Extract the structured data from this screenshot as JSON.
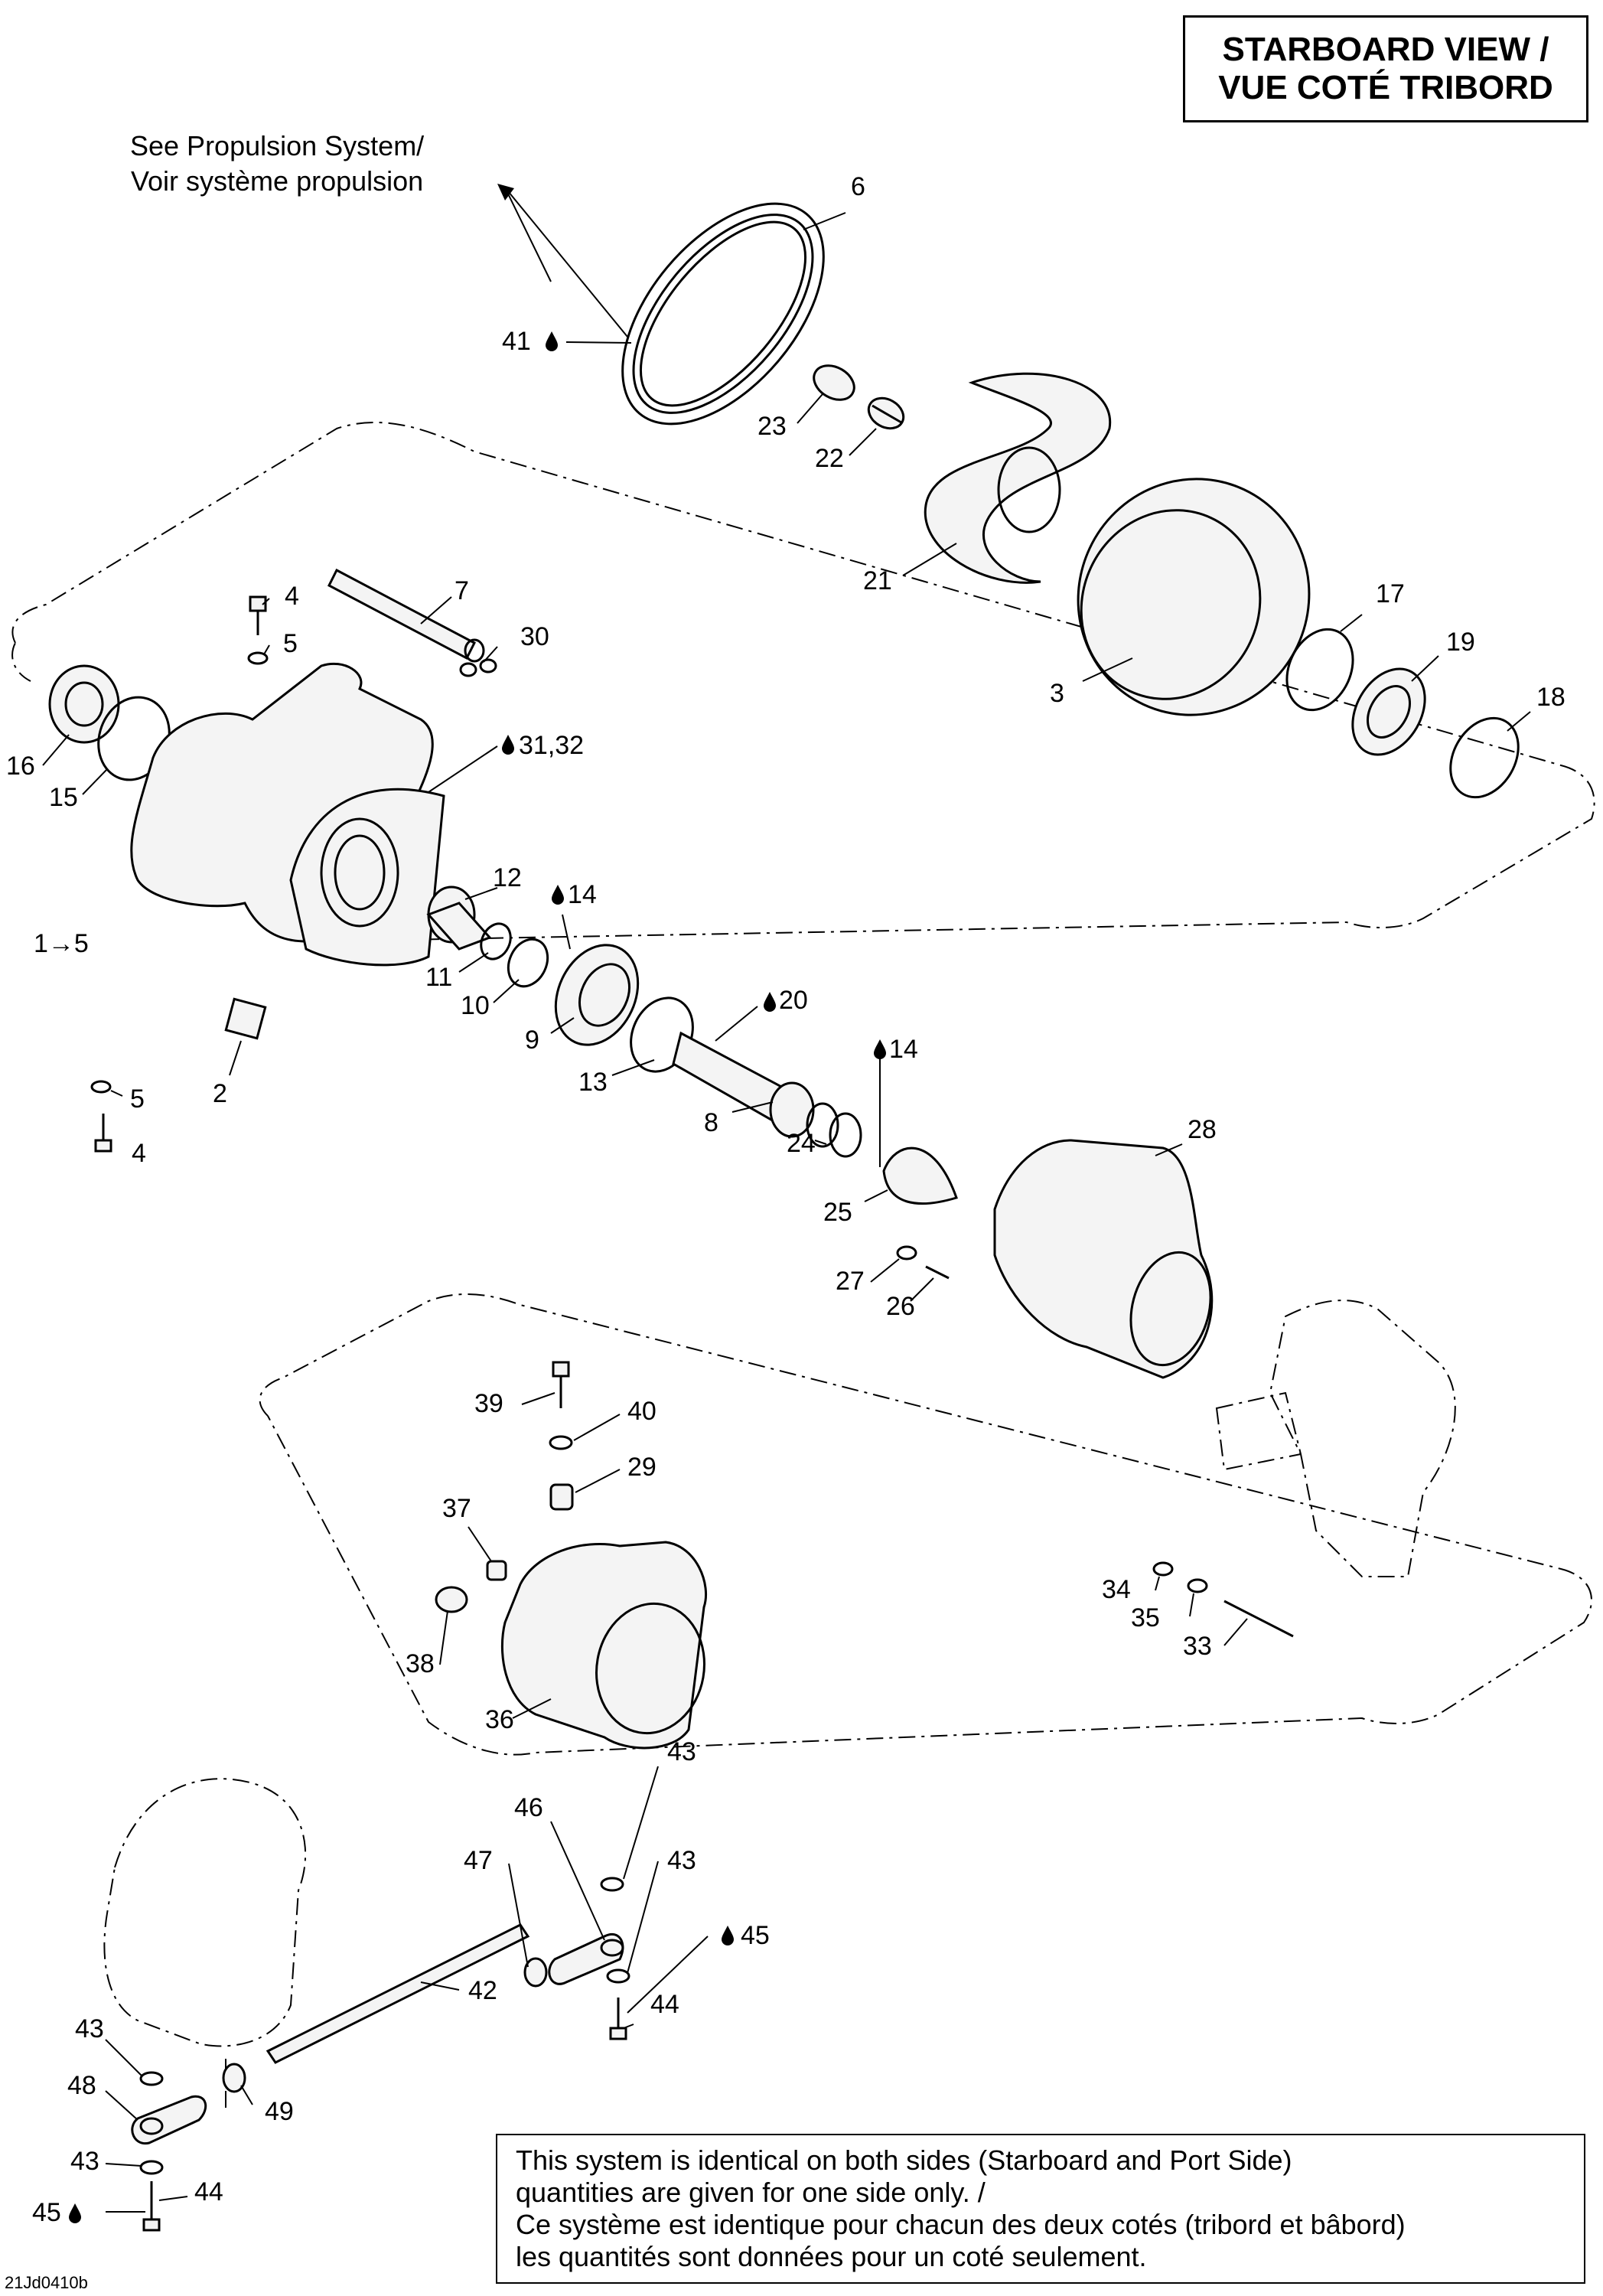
{
  "title": {
    "line1": "STARBOARD VIEW /",
    "line2": "VUE COTÉ TRIBORD"
  },
  "reference_note": {
    "line1": "See Propulsion System/",
    "line2": "Voir système propulsion"
  },
  "note": {
    "line1": "This system is identical on both sides (Starboard and Port Side)",
    "line2": "quantities are given for one side only. /",
    "line3": "Ce système est identique pour chacun des deux cotés (tribord et bâbord)",
    "line4": "les quantités sont données pour un coté seulement."
  },
  "drawing_code": "21Jd0410b",
  "callouts": [
    {
      "id": "c6",
      "text": "6"
    },
    {
      "id": "c41",
      "text": "41"
    },
    {
      "id": "c23",
      "text": "23"
    },
    {
      "id": "c22",
      "text": "22"
    },
    {
      "id": "c21",
      "text": "21"
    },
    {
      "id": "c7",
      "text": "7"
    },
    {
      "id": "c4a",
      "text": "4"
    },
    {
      "id": "c5a",
      "text": "5"
    },
    {
      "id": "c30",
      "text": "30"
    },
    {
      "id": "c17",
      "text": "17"
    },
    {
      "id": "c19",
      "text": "19"
    },
    {
      "id": "c3",
      "text": "3"
    },
    {
      "id": "c18",
      "text": "18"
    },
    {
      "id": "c16",
      "text": "16"
    },
    {
      "id": "c15",
      "text": "15"
    },
    {
      "id": "c3132",
      "text": "31,32"
    },
    {
      "id": "c12",
      "text": "12"
    },
    {
      "id": "c14a",
      "text": "14"
    },
    {
      "id": "c1to5",
      "text": "1→5"
    },
    {
      "id": "c11",
      "text": "11"
    },
    {
      "id": "c10",
      "text": "10"
    },
    {
      "id": "c20",
      "text": "20"
    },
    {
      "id": "c9",
      "text": "9"
    },
    {
      "id": "c14b",
      "text": "14"
    },
    {
      "id": "c2",
      "text": "2"
    },
    {
      "id": "c5b",
      "text": "5"
    },
    {
      "id": "c13",
      "text": "13"
    },
    {
      "id": "c28",
      "text": "28"
    },
    {
      "id": "c8",
      "text": "8"
    },
    {
      "id": "c4b",
      "text": "4"
    },
    {
      "id": "c24",
      "text": "24"
    },
    {
      "id": "c25",
      "text": "25"
    },
    {
      "id": "c27",
      "text": "27"
    },
    {
      "id": "c26",
      "text": "26"
    },
    {
      "id": "c39",
      "text": "39"
    },
    {
      "id": "c40",
      "text": "40"
    },
    {
      "id": "c29",
      "text": "29"
    },
    {
      "id": "c37",
      "text": "37"
    },
    {
      "id": "c34",
      "text": "34"
    },
    {
      "id": "c35",
      "text": "35"
    },
    {
      "id": "c33",
      "text": "33"
    },
    {
      "id": "c38",
      "text": "38"
    },
    {
      "id": "c36",
      "text": "36"
    },
    {
      "id": "c43a",
      "text": "43"
    },
    {
      "id": "c46",
      "text": "46"
    },
    {
      "id": "c47",
      "text": "47"
    },
    {
      "id": "c43b",
      "text": "43"
    },
    {
      "id": "c45a",
      "text": "45"
    },
    {
      "id": "c42",
      "text": "42"
    },
    {
      "id": "c44a",
      "text": "44"
    },
    {
      "id": "c43c",
      "text": "43"
    },
    {
      "id": "c48",
      "text": "48"
    },
    {
      "id": "c49",
      "text": "49"
    },
    {
      "id": "c43d",
      "text": "43"
    },
    {
      "id": "c45b",
      "text": "45"
    },
    {
      "id": "c44b",
      "text": "44"
    }
  ]
}
